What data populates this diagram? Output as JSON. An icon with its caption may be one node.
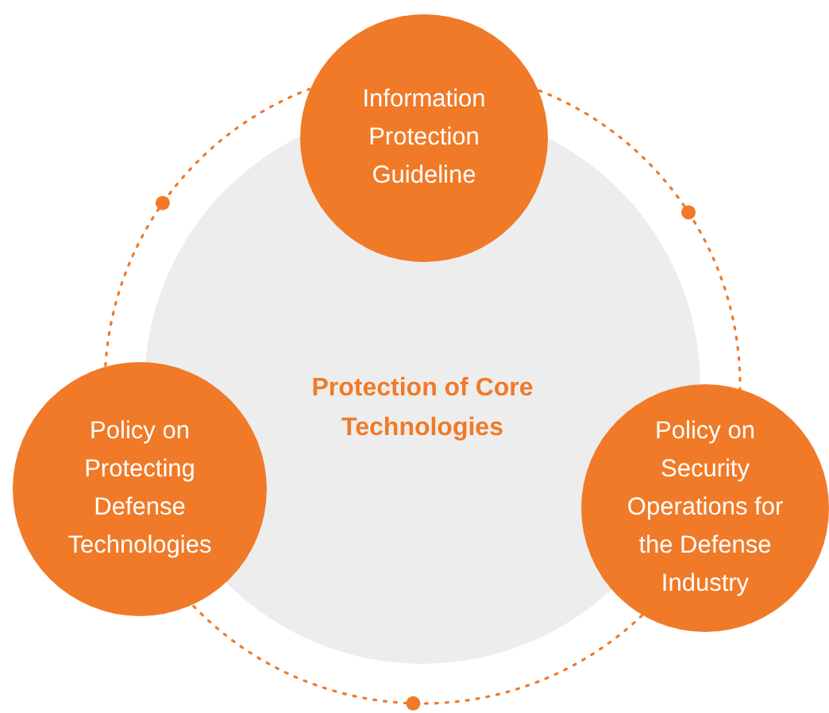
{
  "diagram": {
    "nodes": [
      {
        "text": [
          "Protection of Core Technologies"
        ]
      },
      {
        "text": [
          "Information Protection Guideline"
        ]
      },
      {
        "text": [
          "Policy on Protecting Defense Technologies"
        ]
      },
      {
        "text": [
          "Policy on Security Operations for the Defense Industry"
        ]
      }
    ],
    "edges": [
      {
        "from": 1,
        "to": 3,
        "arrow": "none",
        "style": "dashed"
      },
      {
        "from": 3,
        "to": 2,
        "arrow": "none",
        "style": "dashed"
      },
      {
        "from": 2,
        "to": 1,
        "arrow": "none",
        "style": "dashed"
      }
    ]
  }
}
